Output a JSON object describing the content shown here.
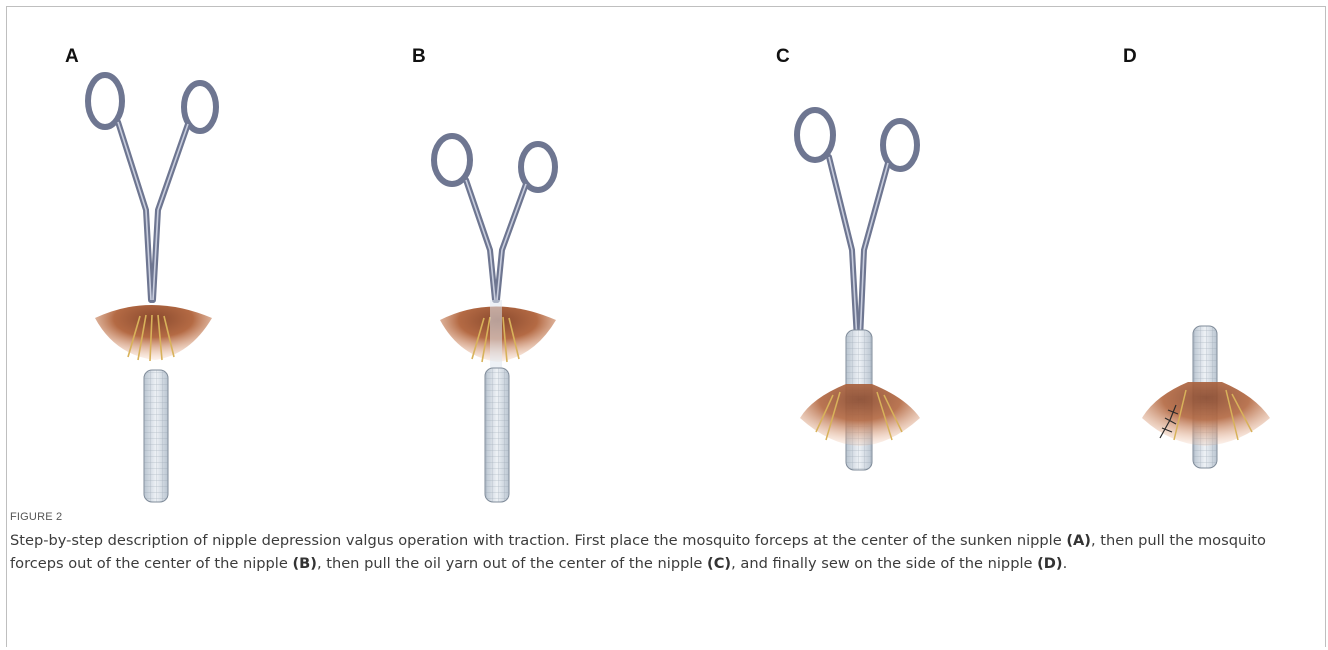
{
  "panels": [
    {
      "letter": "A"
    },
    {
      "letter": "B"
    },
    {
      "letter": "C"
    },
    {
      "letter": "D"
    }
  ],
  "caption": {
    "figure_label": "FIGURE 2",
    "segments": [
      {
        "text": "Step-by-step description of nipple depression valgus operation with traction. First place the mosquito forceps at the center of the sunken nipple ",
        "bold": false
      },
      {
        "text": "(A)",
        "bold": true
      },
      {
        "text": ", then pull the mosquito forceps out of the center of the nipple ",
        "bold": false
      },
      {
        "text": "(B)",
        "bold": true
      },
      {
        "text": ", then pull the oil yarn out of the center of the nipple ",
        "bold": false
      },
      {
        "text": "(C)",
        "bold": true
      },
      {
        "text": ", and finally sew on the side of the nipple ",
        "bold": false
      },
      {
        "text": "(D)",
        "bold": true
      },
      {
        "text": ".",
        "bold": false
      }
    ]
  },
  "colors": {
    "forceps": "#6e7691",
    "forceps_light": "#c9cede",
    "tissue_dark": "#8a4a2e",
    "tissue_light": "#e4a482",
    "duct": "#d8b25a",
    "gauze": "#dfe6ee",
    "gauze_line": "#9aa6b4"
  }
}
